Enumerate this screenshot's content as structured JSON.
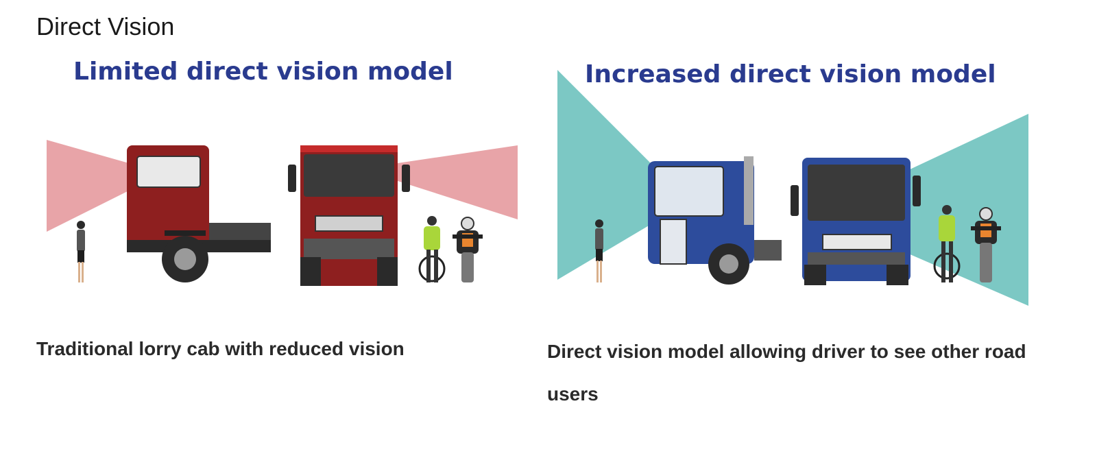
{
  "page": {
    "title": "Direct Vision"
  },
  "left_panel": {
    "model_title": "Limited direct vision model",
    "caption": "Traditional lorry cab with reduced vision",
    "zone_color": "#e8a4a8",
    "cab_color": "#8e1f1f"
  },
  "right_panel": {
    "model_title": "Increased direct vision model",
    "caption": "Direct vision model allowing driver to see other road users",
    "zone_color": "#7cc8c4",
    "cab_color": "#2d4c9c"
  }
}
